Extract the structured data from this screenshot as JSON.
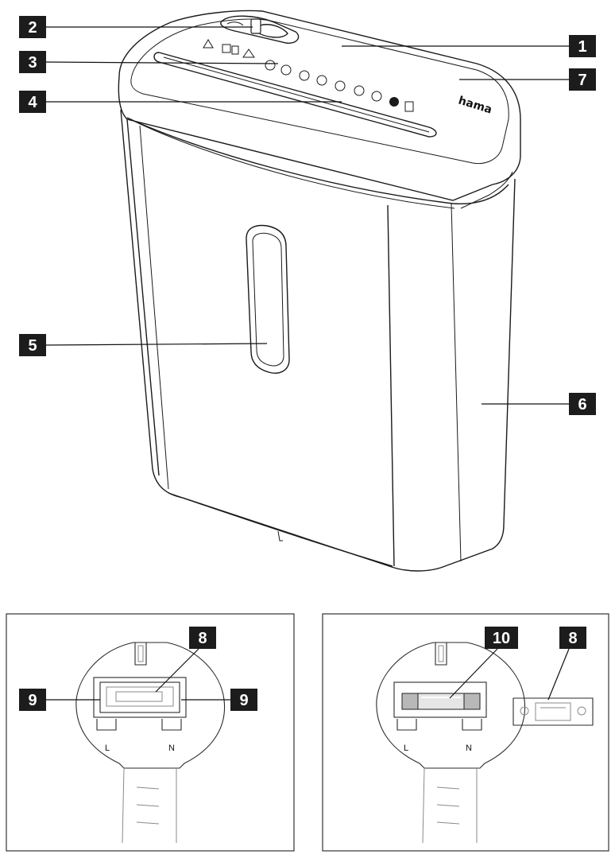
{
  "product": {
    "brand_text": "hama"
  },
  "callouts": [
    {
      "id": "1",
      "label": "1"
    },
    {
      "id": "2",
      "label": "2"
    },
    {
      "id": "3",
      "label": "3"
    },
    {
      "id": "4",
      "label": "4"
    },
    {
      "id": "5",
      "label": "5"
    },
    {
      "id": "6",
      "label": "6"
    },
    {
      "id": "7",
      "label": "7"
    }
  ],
  "plug_left": {
    "callout_fuse_cover": "8",
    "callout_clip_left": "9",
    "callout_clip_right": "9",
    "terminal_live": "L",
    "terminal_neutral": "N"
  },
  "plug_right": {
    "callout_fuse": "10",
    "callout_fuse_cover": "8",
    "terminal_live": "L",
    "terminal_neutral": "N"
  }
}
